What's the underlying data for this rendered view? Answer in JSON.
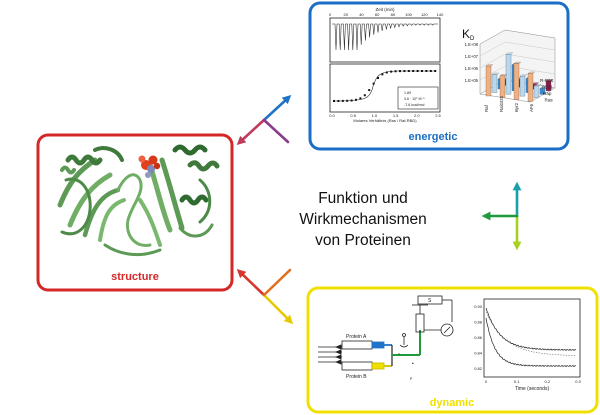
{
  "center": {
    "line1": "Funktion und",
    "line2": "Wirkmechanismen",
    "line3": "von Proteinen"
  },
  "panels": {
    "energetic": {
      "label": "energetic",
      "color": "#1a6fc4",
      "itc": {
        "top_axis_label": "Zeit (min)",
        "top_ticks": [
          "0",
          "20",
          "40",
          "60",
          "80",
          "100",
          "120",
          "140"
        ],
        "bottom_axis_label": "Molares Verhältnis (Ras / Raf-RBD)",
        "bottom_ticks": [
          "0.0",
          "0.5",
          "1.0",
          "1.5",
          "2.0",
          "2.5"
        ],
        "legend": [
          "1.89",
          "3.6 · 10⁷ M⁻¹",
          "-7.6 kcal/mol"
        ]
      },
      "kd": {
        "title": "K",
        "title_sub": "D",
        "y_ticks": [
          "1.E+08",
          "1.E+07",
          "1.E+06",
          "1.E+05"
        ],
        "x_labels": [
          "Raf",
          "RalGDS",
          "Byr2",
          "AF6"
        ],
        "depth_labels": [
          "R-Ras",
          "TC21",
          "Rap",
          "Ras"
        ]
      }
    },
    "structure": {
      "label": "structure",
      "color": "#d42828"
    },
    "dynamic": {
      "label": "dynamic",
      "color": "#f0e000",
      "stopped_flow": {
        "protein_a": "Protein A",
        "protein_b": "Protein B",
        "s_label": "S",
        "x_axis_label": "Time (seconds)",
        "x_ticks": [
          "0",
          "0.1",
          "0.2",
          "0.3"
        ],
        "y_ticks": [
          "0.90",
          "0.88",
          "0.86",
          "0.84",
          "0.82"
        ]
      }
    }
  }
}
